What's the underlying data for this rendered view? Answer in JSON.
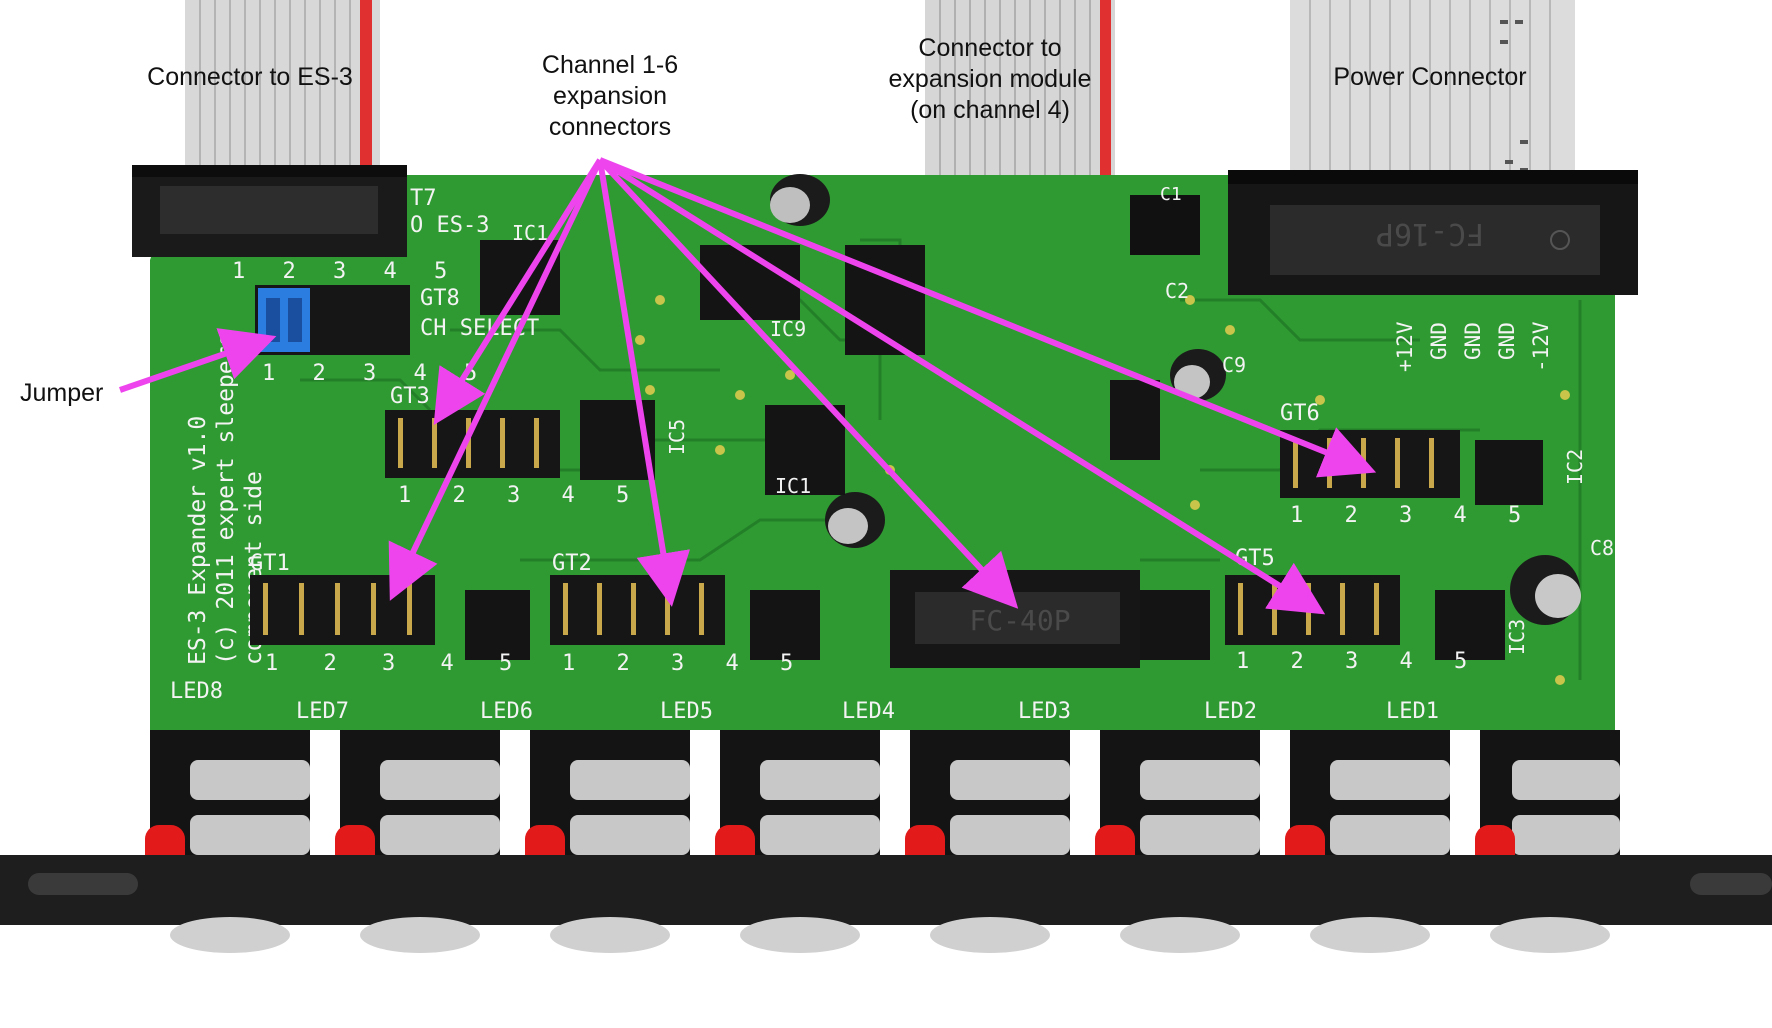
{
  "annotations": {
    "es3_connector": "Connector to ES-3",
    "expansion_connectors": "Channel 1-6\nexpansion\nconnectors",
    "expansion_module_connector": "Connector to\nexpansion module\n(on channel 4)",
    "power_connector": "Power Connector",
    "jumper": "Jumper"
  },
  "board": {
    "silkscreen_title": "ES-3 Expander v1.0",
    "silkscreen_copyright": "(c) 2011 expert sleepers",
    "silkscreen_side": "component side",
    "connector_es3_mark": "T7",
    "connector_es3_label": "O ES-3",
    "ch_select_header": "GT8",
    "ch_select_label": "CH SELECT",
    "ch_select_top_numbers": "1 2 3 4 5",
    "ch_select_bottom_numbers": "1 2 3 4 5",
    "gt1": "GT1",
    "gt2": "GT2",
    "gt3": "GT3",
    "gt5": "GT5",
    "gt6": "GT6",
    "pin_numbers": "1 2 3 4 5",
    "ic1": "IC1",
    "ic2": "IC2",
    "ic3": "IC3",
    "ic5": "IC5",
    "ic9": "IC9",
    "c1": "C1",
    "c2": "C2",
    "c8": "C8",
    "c9": "C9",
    "power_pin_1": "+12V",
    "power_pin_2": "GND",
    "power_pin_3": "GND",
    "power_pin_4": "GND",
    "power_pin_5": "-12V",
    "ribbon_16_label": "FC-16P",
    "ribbon_40_label": "FC-40P",
    "leds": [
      "LED8",
      "LED7",
      "LED6",
      "LED5",
      "LED4",
      "LED3",
      "LED2",
      "LED1"
    ]
  },
  "colors": {
    "background": "#ffffff",
    "pcb": "#2f9a32",
    "pcb_dark": "#1f7a24",
    "arrow": "#ee44ee",
    "silkscreen": "#f3f3f3",
    "header_plastic": "#161616",
    "jumper": "#2b7de0",
    "led": "#e21a1a",
    "metal": "#c8c8c8",
    "ribbon": "#d9d9d9",
    "ribbon_stripe": "#e03030",
    "panel": "#1e1e1e"
  }
}
